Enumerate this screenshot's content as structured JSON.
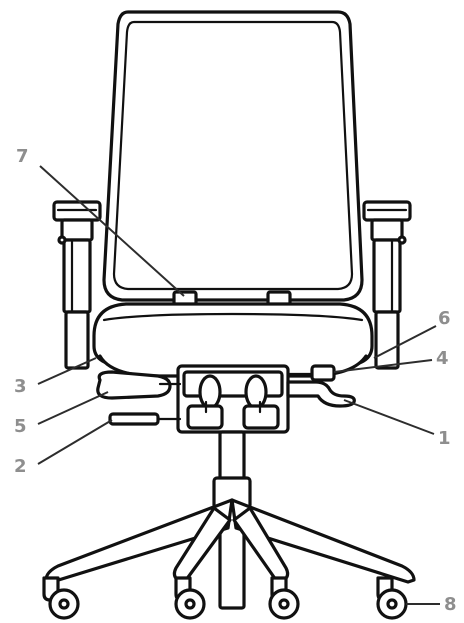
{
  "diagram": {
    "callouts": [
      {
        "id": "1",
        "label": "1"
      },
      {
        "id": "2",
        "label": "2"
      },
      {
        "id": "3",
        "label": "3"
      },
      {
        "id": "4",
        "label": "4"
      },
      {
        "id": "5",
        "label": "5"
      },
      {
        "id": "6",
        "label": "6"
      },
      {
        "id": "7",
        "label": "7"
      },
      {
        "id": "8",
        "label": "8"
      }
    ]
  },
  "colors": {
    "ink": "#111111",
    "callout_text": "#8e8e8e",
    "leader": "#2d2d2d",
    "background": "#ffffff"
  }
}
